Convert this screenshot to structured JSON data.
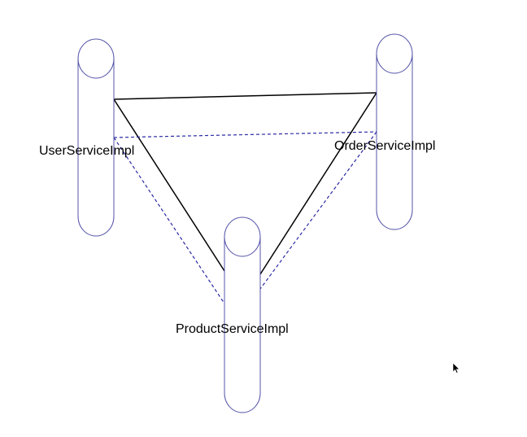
{
  "diagram": {
    "nodes": [
      {
        "id": "user",
        "label": "UserServiceImpl",
        "shape": "cylinder"
      },
      {
        "id": "order",
        "label": "OrderServiceImpl",
        "shape": "cylinder"
      },
      {
        "id": "product",
        "label": "ProductServiceImpl",
        "shape": "cylinder"
      }
    ],
    "edges": [
      {
        "from": "user",
        "to": "order",
        "style": "solid"
      },
      {
        "from": "user",
        "to": "product",
        "style": "solid"
      },
      {
        "from": "order",
        "to": "product",
        "style": "solid"
      },
      {
        "from": "user",
        "to": "order",
        "style": "dashed"
      },
      {
        "from": "user",
        "to": "product",
        "style": "dashed"
      },
      {
        "from": "order",
        "to": "product",
        "style": "dashed"
      }
    ],
    "colors": {
      "node_stroke": "#5555aa",
      "solid_edge": "#000000",
      "dashed_edge": "#2a2aa5"
    },
    "icons": {
      "pointer": "mouse-pointer-icon"
    }
  }
}
